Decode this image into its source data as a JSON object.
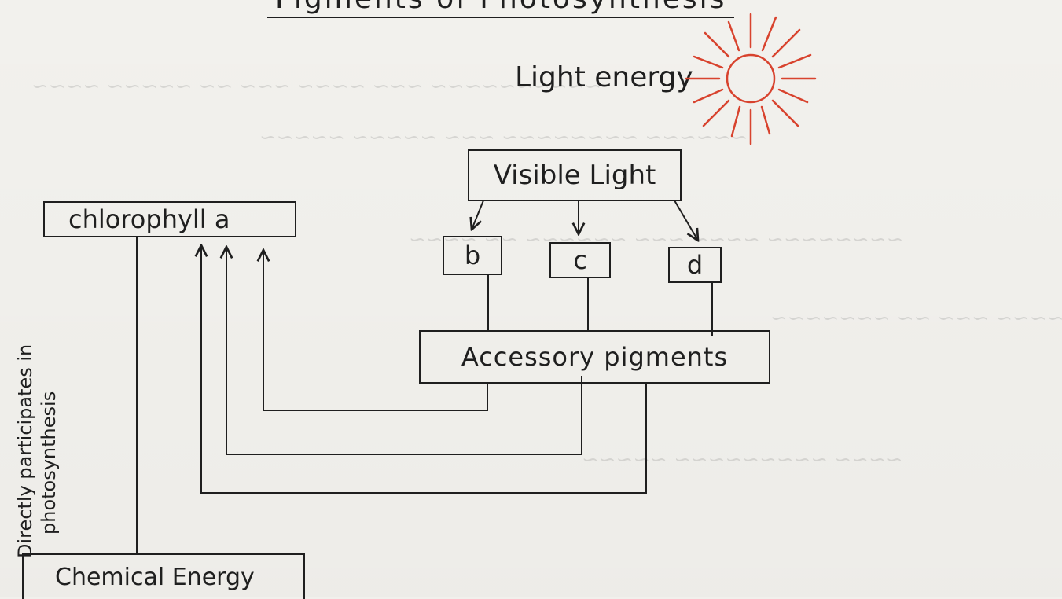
{
  "diagram": {
    "title": "Pigments of Photosynthesis",
    "light_energy": "Light energy",
    "visible_light": "Visible Light",
    "chlorophyll_a": "chlorophyll a",
    "pigment_b": "b",
    "pigment_c": "c",
    "pigment_d": "d",
    "accessory_pigments": "Accessory pigments",
    "side_label_line1": "Directly participates in",
    "side_label_line2": "photosynthesis",
    "chemical_energy": "Chemical Energy"
  },
  "colors": {
    "ink": "#1f1f1f",
    "sun": "#d8432e",
    "paper": "#f2f1ed"
  },
  "icons": {
    "sun": "sun-icon"
  }
}
